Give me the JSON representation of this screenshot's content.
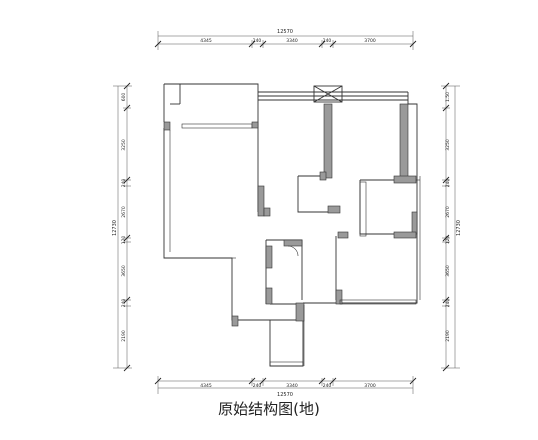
{
  "title": "原始结构图(地)",
  "dimensions": {
    "top_total": "12570",
    "top_segments": [
      "4345",
      "240",
      "3340",
      "240",
      "3700"
    ],
    "bottom_total": "12570",
    "bottom_segments": [
      "4345",
      "240",
      "3340",
      "240",
      "3700"
    ],
    "left_total": "12730",
    "left_segments": [
      "3250",
      "240",
      "2670",
      "120",
      "3650",
      "240",
      "2190"
    ],
    "right_total": "12730",
    "right_segments": [
      "3250",
      "240",
      "2670",
      "120",
      "3650",
      "240",
      "2190"
    ],
    "small_labels": [
      "600",
      "1.50"
    ]
  },
  "colors": {
    "wall_fill": "#9a9a9a",
    "line": "#333333",
    "dim_line": "#555555"
  }
}
